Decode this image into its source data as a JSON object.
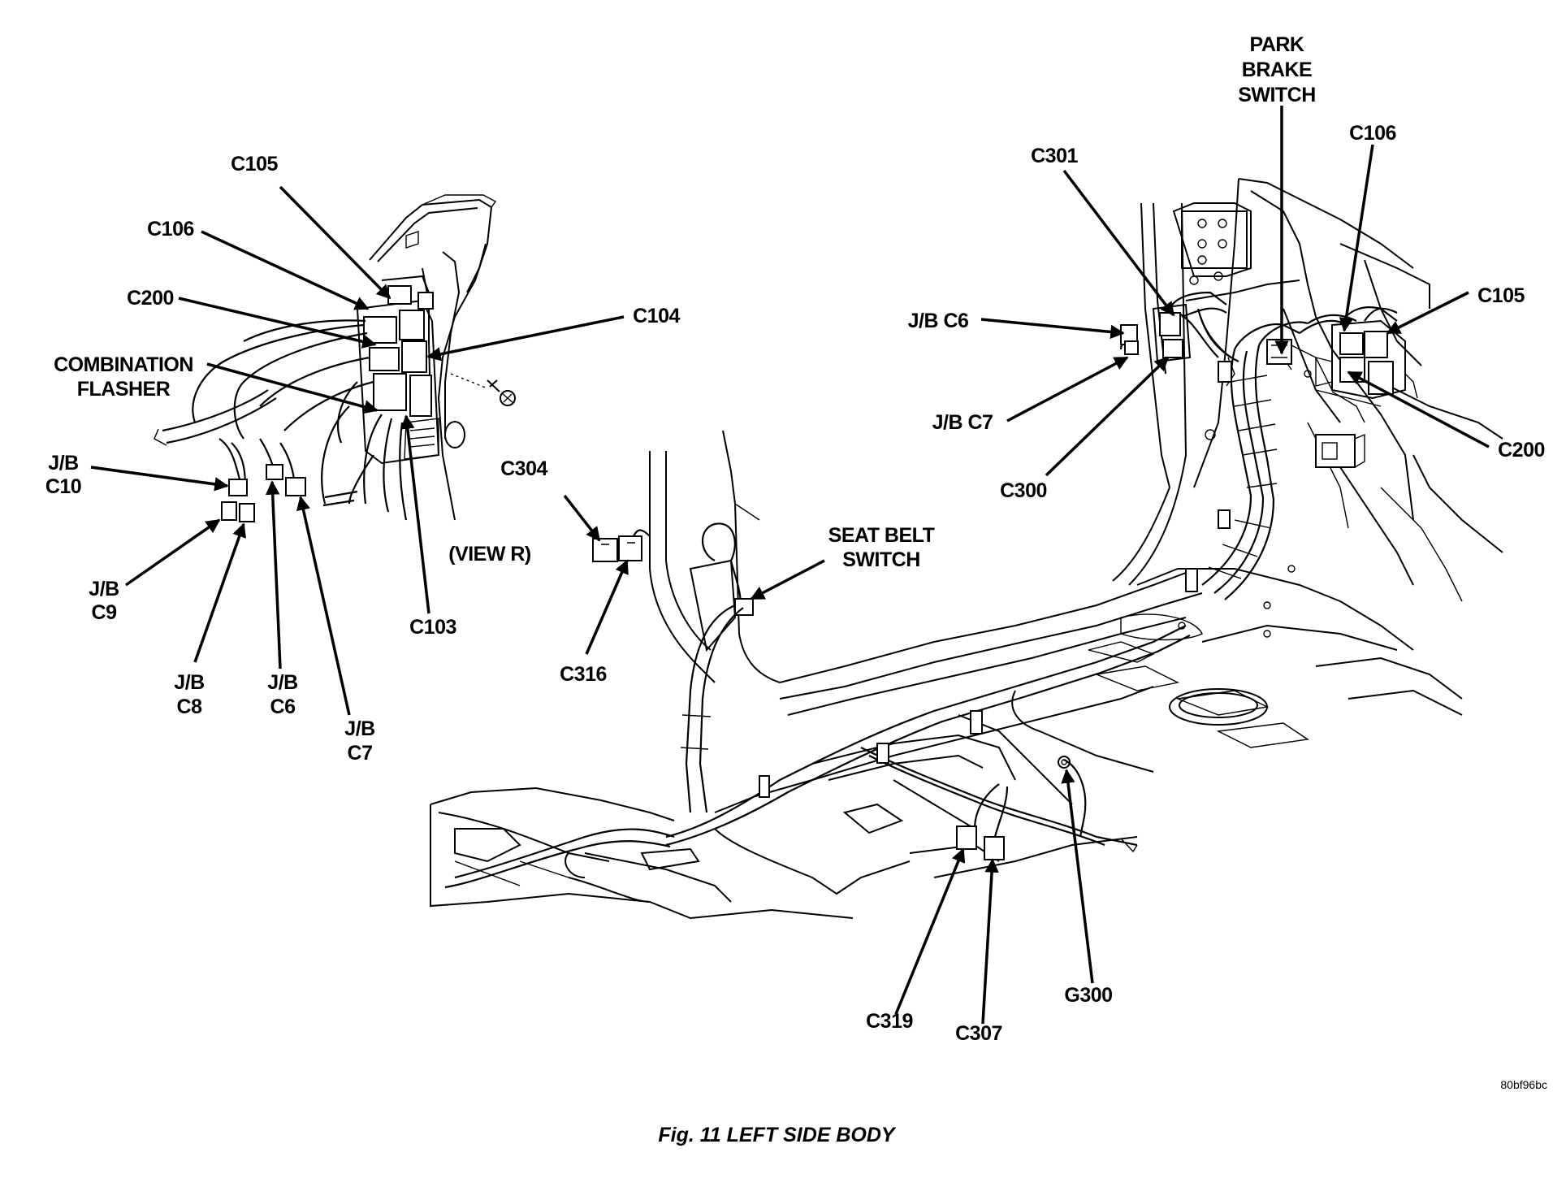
{
  "labels": {
    "c105_left": "C105",
    "c106_left": "C106",
    "c200_left": "C200",
    "combo_1": "COMBINATION",
    "combo_2": "FLASHER",
    "c104": "C104",
    "jb_c10_1": "J/B",
    "jb_c10_2": "C10",
    "jb_c9_1": "J/B",
    "jb_c9_2": "C9",
    "jb_c8_1": "J/B",
    "jb_c8_2": "C8",
    "jb_c6_1": "J/B",
    "jb_c6_2": "C6",
    "jb_c7_1": "J/B",
    "jb_c7_2": "C7",
    "view_r": "(VIEW R)",
    "c103": "C103",
    "c304": "C304",
    "c316": "C316",
    "seat_1": "SEAT BELT",
    "seat_2": "SWITCH",
    "park_1": "PARK",
    "park_2": "BRAKE",
    "park_3": "SWITCH",
    "c301": "C301",
    "c106_right": "C106",
    "jb_c6_right": "J/B C6",
    "jb_c7_right": "J/B C7",
    "c300": "C300",
    "c105_right": "C105",
    "c200_right": "C200",
    "c319": "C319",
    "c307": "C307",
    "g300": "G300"
  },
  "image_code": "80bf96bc",
  "caption": "Fig. 11 LEFT SIDE BODY"
}
